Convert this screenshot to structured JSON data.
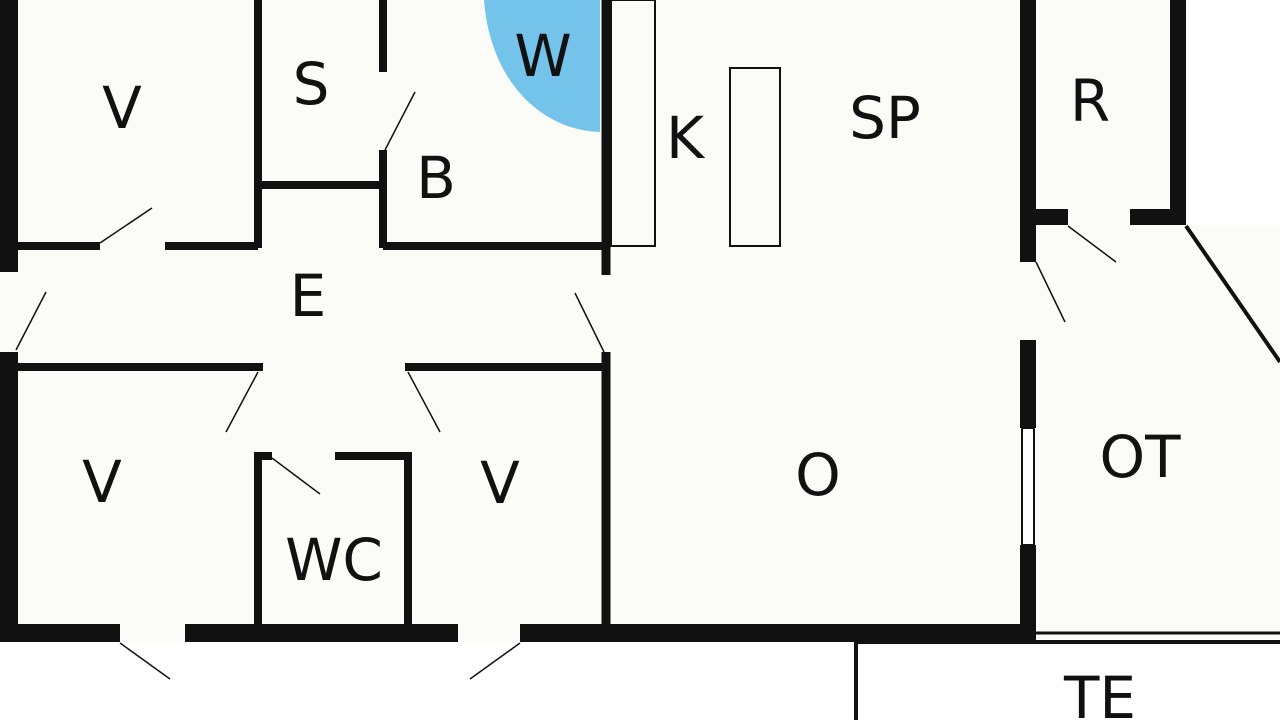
{
  "plan": {
    "background": "#fbfbf7",
    "outside_color": "#ffffff",
    "wall_color": "#111111",
    "shower_color": "#74c3ea",
    "rooms": {
      "bedroom_top_left": "V",
      "storage": "S",
      "shower": "W",
      "bathroom": "B",
      "kitchen": "K",
      "dining": "SP",
      "room_right": "R",
      "hallway": "E",
      "living": "O",
      "outdoor_area": "OT",
      "bedroom_bottom_left": "V",
      "toilet": "WC",
      "bedroom_bottom_middle": "V",
      "terrace": "TE"
    }
  }
}
